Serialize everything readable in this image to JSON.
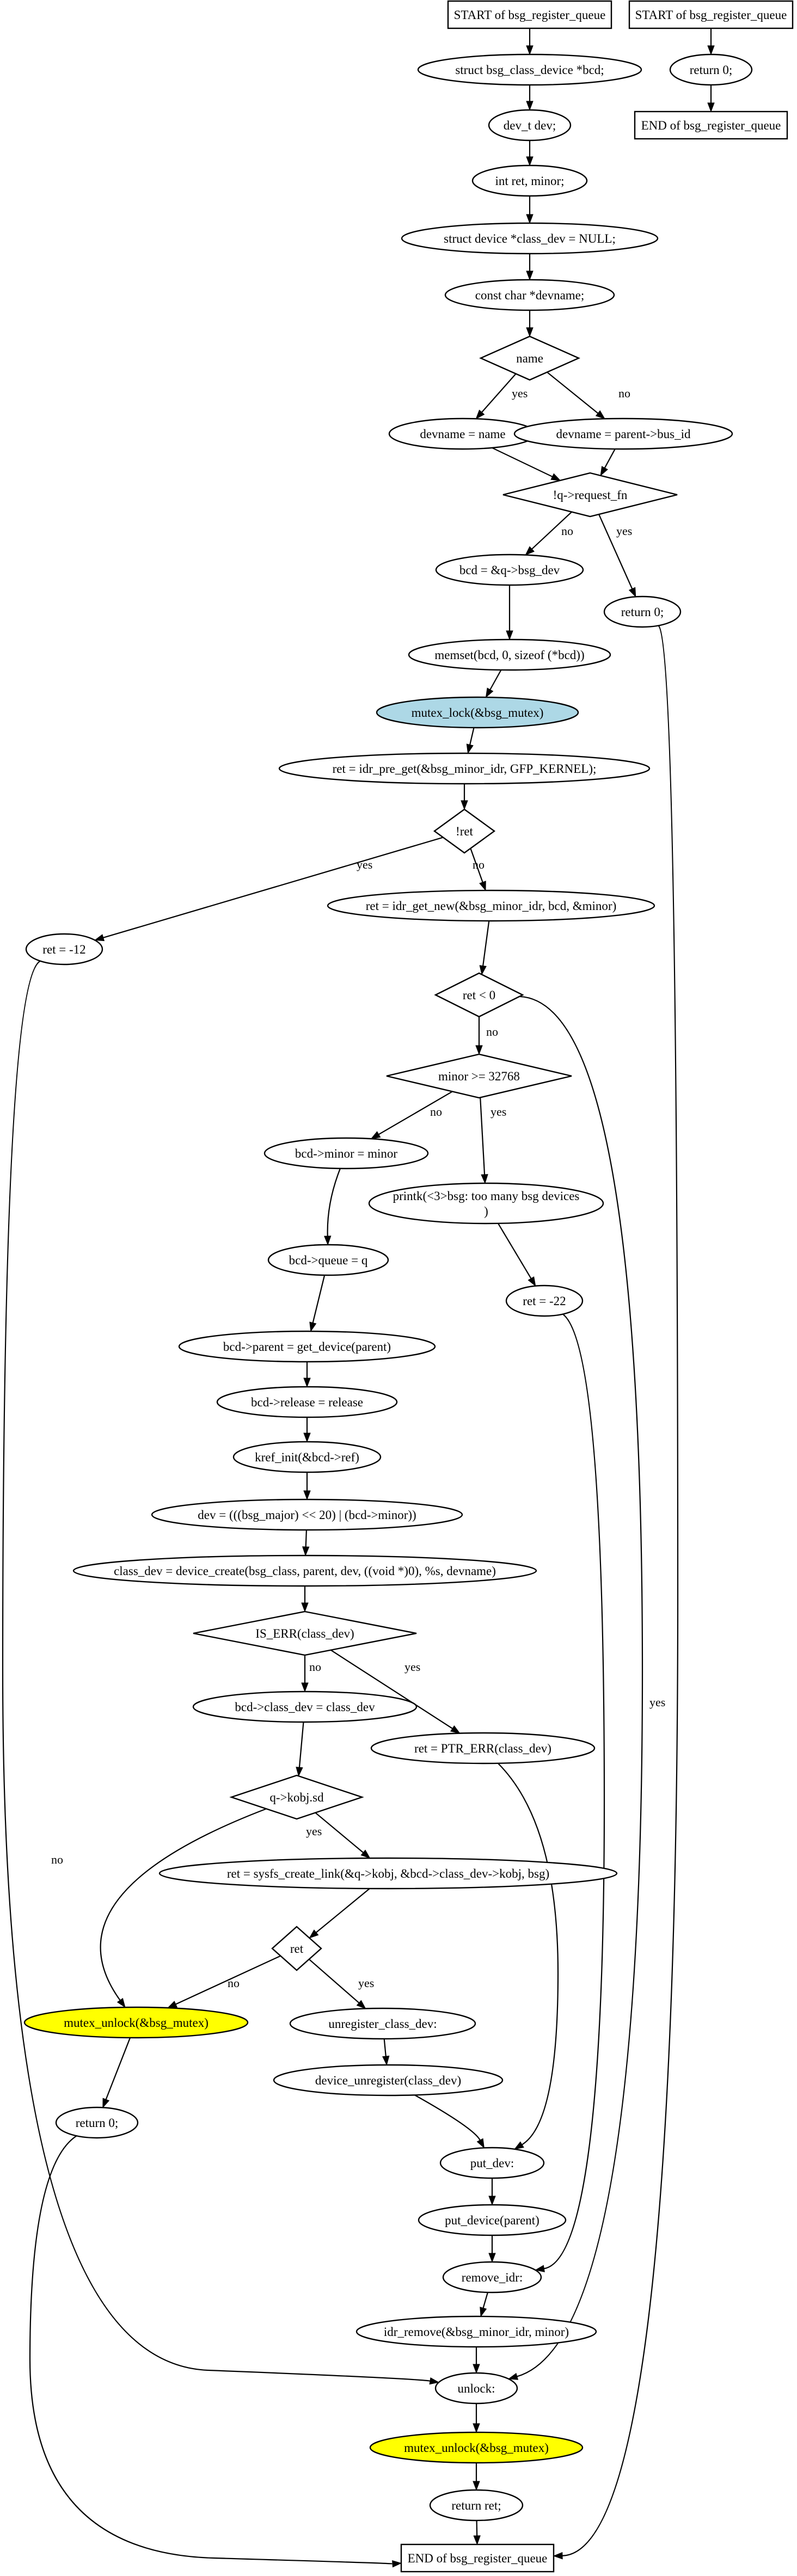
{
  "colors": {
    "default_fill": "#ffffff",
    "lock_fill": "#add8e6",
    "unlock_fill": "#ffff00",
    "stroke": "#000000"
  },
  "nodes": {
    "n1": {
      "shape": "box",
      "label": "START of bsg_register_queue"
    },
    "n2": {
      "shape": "ellipse",
      "label": "struct bsg_class_device *bcd;"
    },
    "n3": {
      "shape": "ellipse",
      "label": "dev_t dev;"
    },
    "n4": {
      "shape": "ellipse",
      "label": "int ret, minor;"
    },
    "n5": {
      "shape": "ellipse",
      "label": "struct device *class_dev = NULL;"
    },
    "n6": {
      "shape": "ellipse",
      "label": "const char *devname;"
    },
    "n7": {
      "shape": "diamond",
      "label": "name"
    },
    "n8": {
      "shape": "ellipse",
      "label": "devname = name"
    },
    "n9": {
      "shape": "ellipse",
      "label": "devname = parent->bus_id"
    },
    "n10": {
      "shape": "diamond",
      "label": "!q->request_fn"
    },
    "n11": {
      "shape": "ellipse",
      "label": "bcd = &q->bsg_dev"
    },
    "n12": {
      "shape": "ellipse",
      "label": "return 0;"
    },
    "n13": {
      "shape": "ellipse",
      "label": "memset(bcd, 0, sizeof (*bcd))"
    },
    "n14": {
      "shape": "ellipse",
      "label": "mutex_lock(&bsg_mutex)",
      "fill": "lock"
    },
    "n15": {
      "shape": "ellipse",
      "label": "ret = idr_pre_get(&bsg_minor_idr, GFP_KERNEL);"
    },
    "n16": {
      "shape": "diamond",
      "label": "!ret"
    },
    "n17": {
      "shape": "ellipse",
      "label": "ret = -12"
    },
    "n18": {
      "shape": "ellipse",
      "label": "ret = idr_get_new(&bsg_minor_idr, bcd, &minor)"
    },
    "n19": {
      "shape": "diamond",
      "label": "ret < 0"
    },
    "n20": {
      "shape": "diamond",
      "label": "minor >= 32768"
    },
    "n21": {
      "shape": "ellipse",
      "label": "bcd->minor = minor"
    },
    "n22": {
      "shape": "ellipse",
      "label": "printk(<3>bsg: too many bsg devices",
      "label2": ")"
    },
    "n23": {
      "shape": "ellipse",
      "label": "bcd->queue = q"
    },
    "n24": {
      "shape": "ellipse",
      "label": "ret = -22"
    },
    "n25": {
      "shape": "ellipse",
      "label": "bcd->parent = get_device(parent)"
    },
    "n26": {
      "shape": "ellipse",
      "label": "bcd->release = release"
    },
    "n27": {
      "shape": "ellipse",
      "label": "kref_init(&bcd->ref)"
    },
    "n28": {
      "shape": "ellipse",
      "label": "dev = (((bsg_major) << 20) | (bcd->minor))"
    },
    "n29": {
      "shape": "ellipse",
      "label": "class_dev = device_create(bsg_class, parent, dev, ((void *)0), %s, devname)"
    },
    "n30": {
      "shape": "diamond",
      "label": "IS_ERR(class_dev)"
    },
    "n31": {
      "shape": "ellipse",
      "label": "bcd->class_dev = class_dev"
    },
    "n32": {
      "shape": "ellipse",
      "label": "ret = PTR_ERR(class_dev)"
    },
    "n33": {
      "shape": "diamond",
      "label": "q->kobj.sd"
    },
    "n34": {
      "shape": "ellipse",
      "label": "ret = sysfs_create_link(&q->kobj, &bcd->class_dev->kobj, bsg)"
    },
    "n35": {
      "shape": "diamond",
      "label": "ret"
    },
    "n36": {
      "shape": "ellipse",
      "label": "mutex_unlock(&bsg_mutex)",
      "fill": "unlock"
    },
    "n37": {
      "shape": "ellipse",
      "label": "unregister_class_dev:"
    },
    "n38": {
      "shape": "ellipse",
      "label": "return 0;"
    },
    "n39": {
      "shape": "ellipse",
      "label": "device_unregister(class_dev)"
    },
    "n40": {
      "shape": "ellipse",
      "label": "put_dev:"
    },
    "n41": {
      "shape": "ellipse",
      "label": "put_device(parent)"
    },
    "n42": {
      "shape": "ellipse",
      "label": "remove_idr:"
    },
    "n43": {
      "shape": "ellipse",
      "label": "idr_remove(&bsg_minor_idr, minor)"
    },
    "n44": {
      "shape": "ellipse",
      "label": "unlock:"
    },
    "n45": {
      "shape": "ellipse",
      "label": "mutex_unlock(&bsg_mutex)",
      "fill": "unlock"
    },
    "n46": {
      "shape": "ellipse",
      "label": "return ret;"
    },
    "n47": {
      "shape": "box",
      "label": "END of bsg_register_queue"
    },
    "m1": {
      "shape": "box",
      "label": "START of bsg_register_queue"
    },
    "m2": {
      "shape": "ellipse",
      "label": "return 0;"
    },
    "m3": {
      "shape": "box",
      "label": "END of bsg_register_queue"
    }
  },
  "edges": [
    {
      "id": "e1",
      "label": ""
    },
    {
      "id": "e2",
      "label": ""
    },
    {
      "id": "e3",
      "label": ""
    },
    {
      "id": "e4",
      "label": ""
    },
    {
      "id": "e5",
      "label": ""
    },
    {
      "id": "e6",
      "label": "yes"
    },
    {
      "id": "e7",
      "label": "no"
    },
    {
      "id": "e8",
      "label": ""
    },
    {
      "id": "e9",
      "label": ""
    },
    {
      "id": "e10",
      "label": "no"
    },
    {
      "id": "e11",
      "label": "yes"
    },
    {
      "id": "e12",
      "label": ""
    },
    {
      "id": "e13",
      "label": ""
    },
    {
      "id": "e14",
      "label": ""
    },
    {
      "id": "e15",
      "label": ""
    },
    {
      "id": "e16",
      "label": "yes"
    },
    {
      "id": "e17",
      "label": "no"
    },
    {
      "id": "e18",
      "label": ""
    },
    {
      "id": "e19",
      "label": "no"
    },
    {
      "id": "e20",
      "label": "yes"
    },
    {
      "id": "e21",
      "label": "no"
    },
    {
      "id": "e22",
      "label": "yes"
    },
    {
      "id": "e23",
      "label": ""
    },
    {
      "id": "e24",
      "label": ""
    },
    {
      "id": "e25",
      "label": ""
    },
    {
      "id": "e26",
      "label": ""
    },
    {
      "id": "e27",
      "label": ""
    },
    {
      "id": "e28",
      "label": ""
    },
    {
      "id": "e29",
      "label": ""
    },
    {
      "id": "e30",
      "label": ""
    },
    {
      "id": "e31",
      "label": "no"
    },
    {
      "id": "e32",
      "label": "yes"
    },
    {
      "id": "e33",
      "label": ""
    },
    {
      "id": "e34",
      "label": "yes"
    },
    {
      "id": "e35",
      "label": "no"
    },
    {
      "id": "e36",
      "label": ""
    },
    {
      "id": "e37",
      "label": "no"
    },
    {
      "id": "e38",
      "label": "yes"
    },
    {
      "id": "e39",
      "label": ""
    },
    {
      "id": "e40",
      "label": ""
    },
    {
      "id": "e41",
      "label": ""
    },
    {
      "id": "e42",
      "label": ""
    },
    {
      "id": "e43",
      "label": ""
    },
    {
      "id": "e44",
      "label": ""
    },
    {
      "id": "e45",
      "label": ""
    },
    {
      "id": "e46",
      "label": ""
    },
    {
      "id": "e47",
      "label": ""
    },
    {
      "id": "e48",
      "label": ""
    },
    {
      "id": "e49",
      "label": ""
    },
    {
      "id": "e50",
      "label": ""
    },
    {
      "id": "e51",
      "label": ""
    },
    {
      "id": "e52",
      "label": ""
    },
    {
      "id": "e53",
      "label": ""
    },
    {
      "id": "e54",
      "label": "yes"
    },
    {
      "id": "e55",
      "label": ""
    },
    {
      "id": "e56",
      "label": ""
    },
    {
      "id": "e57",
      "label": ""
    }
  ]
}
